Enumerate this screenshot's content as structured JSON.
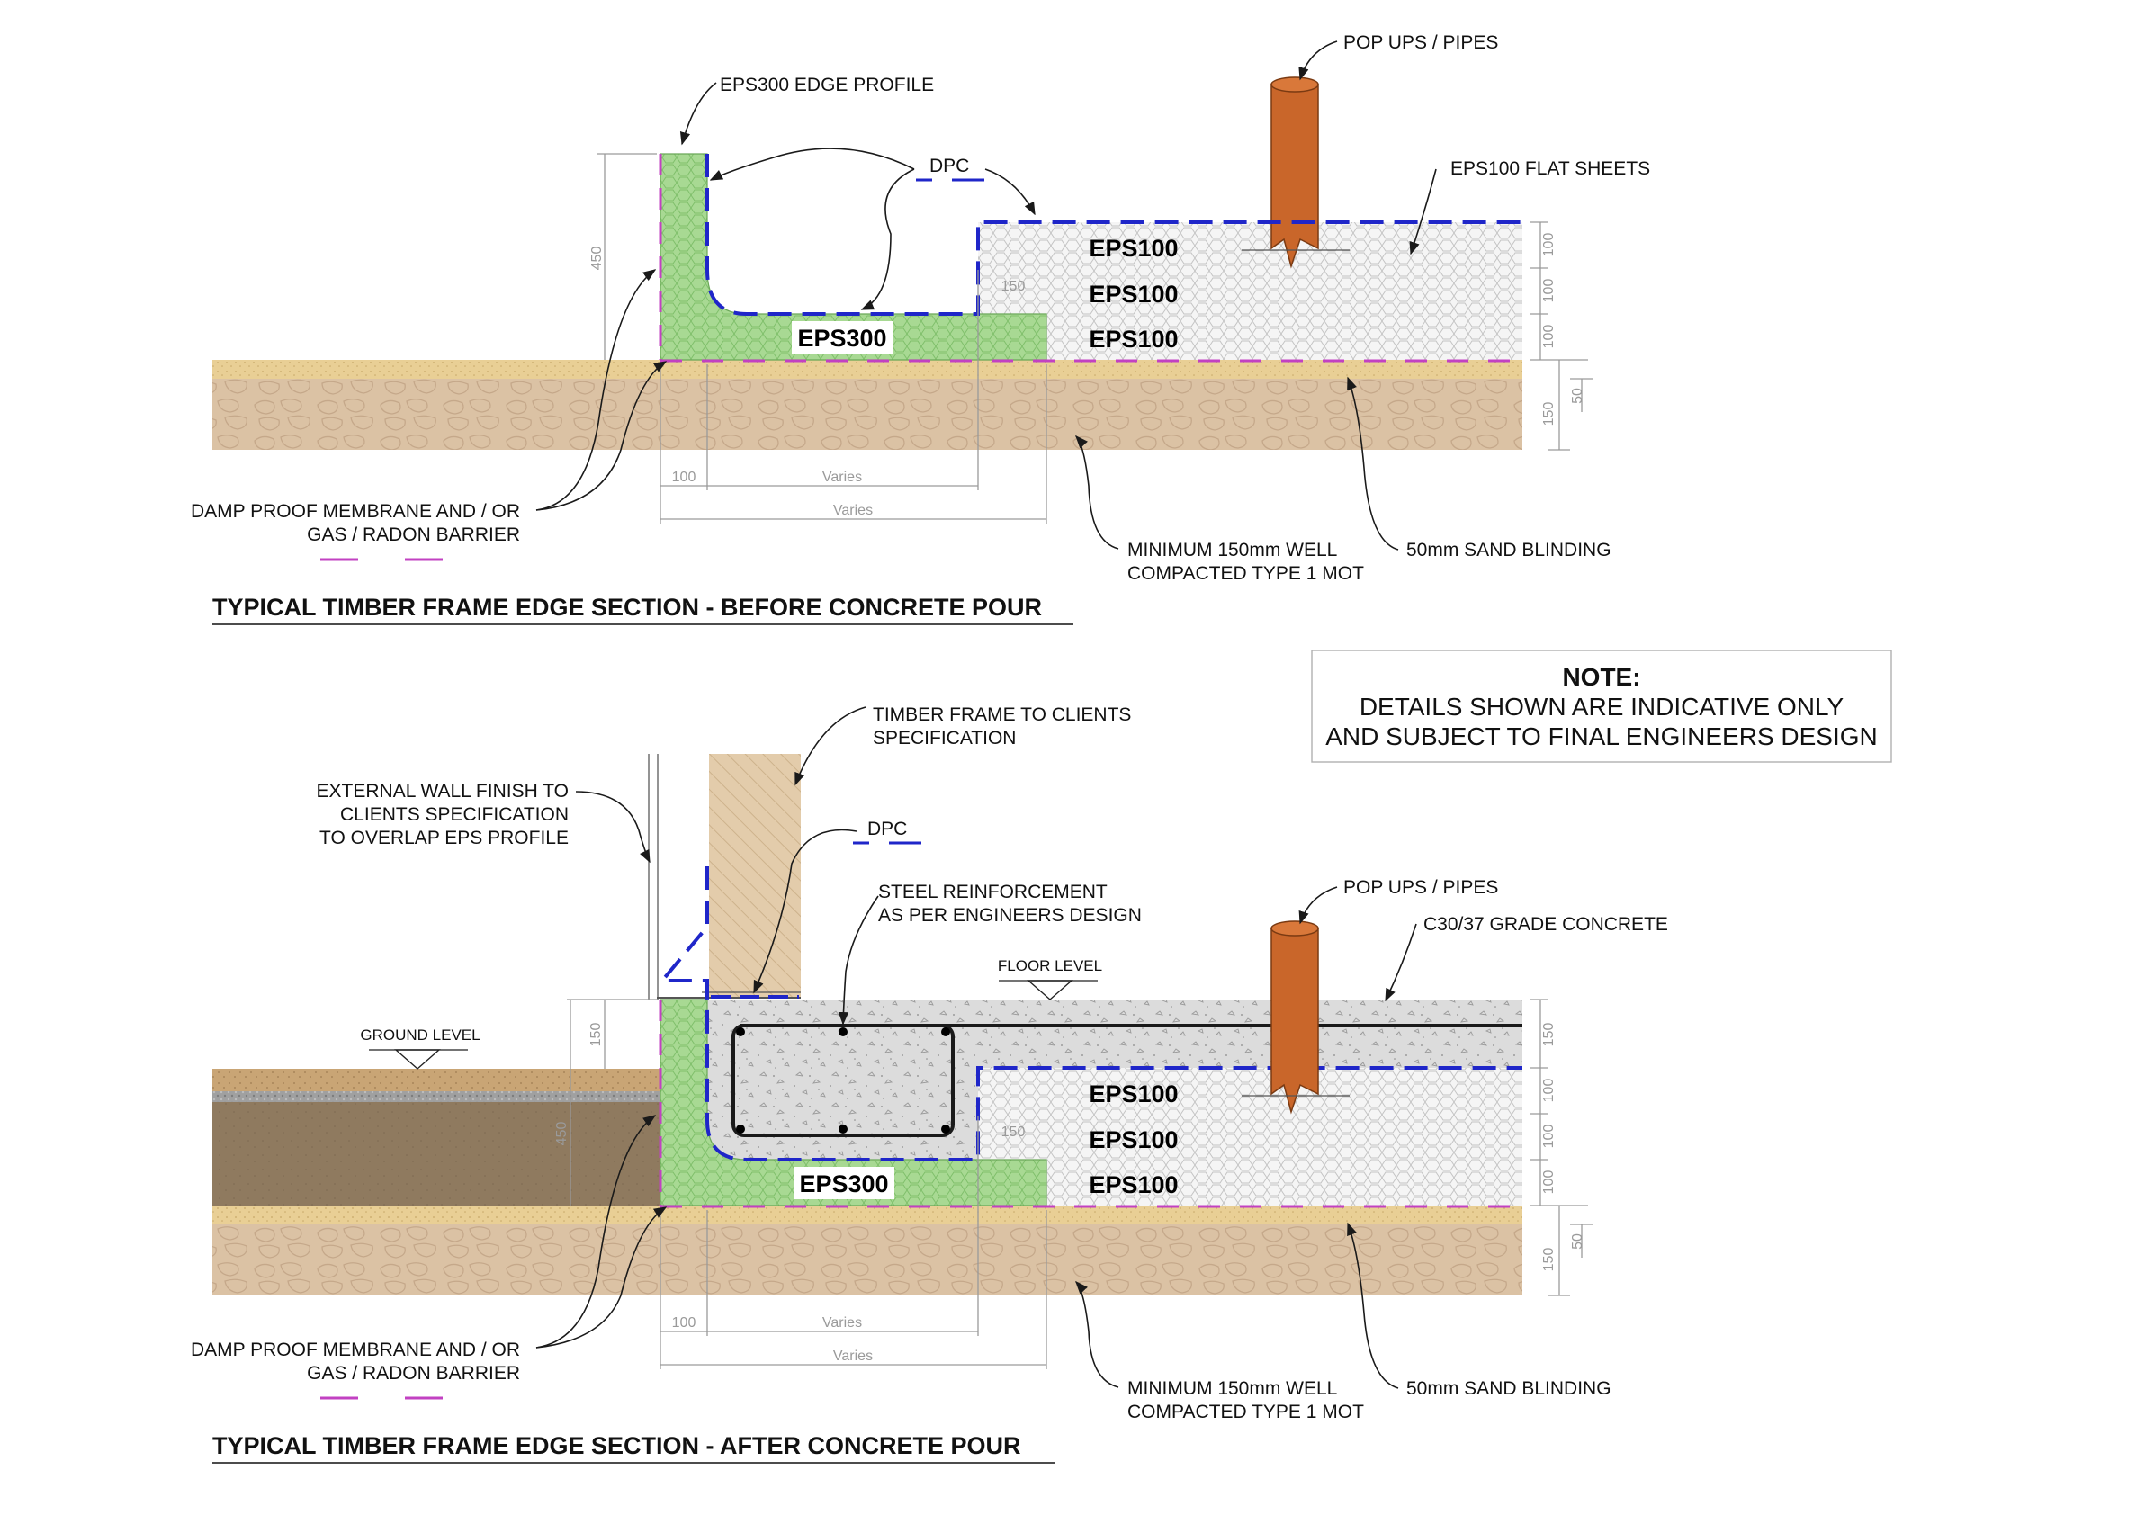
{
  "top_section": {
    "title": "TYPICAL TIMBER FRAME EDGE SECTION - BEFORE CONCRETE POUR",
    "labels": {
      "eps300_profile": "EPS300 EDGE PROFILE",
      "dpc": "DPC",
      "pop_ups": "POP UPS / PIPES",
      "eps100_sheets": "EPS100 FLAT SHEETS",
      "membrane_1": "DAMP PROOF MEMBRANE AND / OR",
      "membrane_2": "GAS / RADON BARRIER",
      "mot_1": "MINIMUM 150mm WELL",
      "mot_2": "COMPACTED TYPE 1 MOT",
      "sand": "50mm SAND BLINDING"
    },
    "blocks": {
      "eps300": "EPS300",
      "eps100_top": "EPS100",
      "eps100_mid": "EPS100",
      "eps100_bot": "EPS100"
    },
    "dims": {
      "h450": "450",
      "d150": "150",
      "r100a": "100",
      "r100b": "100",
      "r100c": "100",
      "r150": "150",
      "r50": "50",
      "b100": "100",
      "b_varies1": "Varies",
      "b_varies2": "Varies"
    }
  },
  "bottom_section": {
    "title": "TYPICAL TIMBER FRAME EDGE SECTION - AFTER CONCRETE POUR",
    "labels": {
      "timber_1": "TIMBER FRAME TO CLIENTS",
      "timber_2": "SPECIFICATION",
      "ext_1": "EXTERNAL WALL FINISH TO",
      "ext_2": "CLIENTS SPECIFICATION",
      "ext_3": "TO OVERLAP EPS PROFILE",
      "dpc": "DPC",
      "steel_1": "STEEL REINFORCEMENT",
      "steel_2": "AS PER ENGINEERS DESIGN",
      "pop_ups": "POP UPS / PIPES",
      "concrete": "C30/37 GRADE CONCRETE",
      "floor_level": "FLOOR LEVEL",
      "ground_level": "GROUND LEVEL",
      "membrane_1": "DAMP PROOF MEMBRANE AND / OR",
      "membrane_2": "GAS / RADON BARRIER",
      "mot_1": "MINIMUM 150mm WELL",
      "mot_2": "COMPACTED TYPE 1 MOT",
      "sand": "50mm SAND BLINDING"
    },
    "blocks": {
      "eps300": "EPS300",
      "eps100_top": "EPS100",
      "eps100_mid": "EPS100",
      "eps100_bot": "EPS100"
    },
    "dims": {
      "h150": "150",
      "h450": "450",
      "d150": "150",
      "r150c": "150",
      "r100a": "100",
      "r100b": "100",
      "r100c": "100",
      "r150": "150",
      "r50": "50",
      "b100": "100",
      "b_varies1": "Varies",
      "b_varies2": "Varies"
    }
  },
  "note": {
    "heading": "NOTE:",
    "line1": "DETAILS SHOWN ARE INDICATIVE ONLY",
    "line2": "AND SUBJECT TO FINAL ENGINEERS DESIGN"
  },
  "colors": {
    "eps300": "#a6d891",
    "eps100": "#f4f4f4",
    "sand": "#e9cf95",
    "hardcore": "#dcc2a4",
    "concrete": "#dcdcdc",
    "timber": "#e3ccab",
    "soil": "#8f7a5f",
    "pipe": "#c9662a",
    "dpc": "#1f26c9",
    "membrane": "#c241c2"
  },
  "icons": [
    "level-marker-icon",
    "pipe-icon"
  ]
}
